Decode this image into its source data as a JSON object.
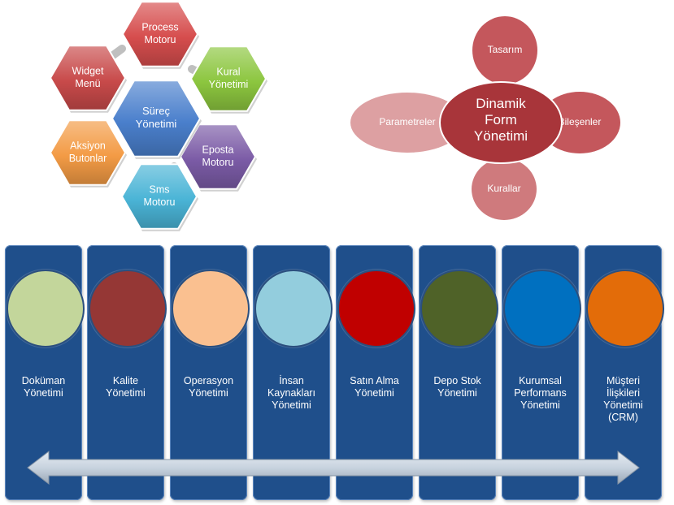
{
  "hex_cluster": {
    "center": {
      "label": "Süreç\nYönetimi",
      "color": "#4a7fcc"
    },
    "items": [
      {
        "key": "process",
        "label": "Process\nMotoru",
        "color": "#d64d4d"
      },
      {
        "key": "kural",
        "label": "Kural\nYönetimi",
        "color": "#8cc63f"
      },
      {
        "key": "eposta",
        "label": "Eposta\nMotoru",
        "color": "#7b5ba6"
      },
      {
        "key": "sms",
        "label": "Sms\nMotoru",
        "color": "#4ab4d6"
      },
      {
        "key": "aksiyon",
        "label": "Aksiyon\nButonlar",
        "color": "#f39b45"
      },
      {
        "key": "widget",
        "label": "Widget\nMenü",
        "color": "#c84a4a"
      }
    ]
  },
  "form_diagram": {
    "center": {
      "label": "Dinamik\nForm\nYönetimi",
      "color": "#a8353a"
    },
    "petals": [
      {
        "key": "tasarim",
        "label": "Tasarım",
        "color": "#c4575c"
      },
      {
        "key": "bilesenler",
        "label": "Bileşenler",
        "color": "#c4575c"
      },
      {
        "key": "kurallar",
        "label": "Kurallar",
        "color": "#cf7a7d"
      },
      {
        "key": "parametreler",
        "label": "Parametreler",
        "color": "#dda0a2"
      }
    ]
  },
  "modules": [
    {
      "key": "dokuman",
      "label": "Doküman\nYönetimi",
      "color": "#c3d69b"
    },
    {
      "key": "kalite",
      "label": "Kalite\nYönetimi",
      "color": "#953735"
    },
    {
      "key": "operasyon",
      "label": "Operasyon\nYönetimi",
      "color": "#fac090"
    },
    {
      "key": "insan",
      "label": "İnsan\nKaynakları\nYönetimi",
      "color": "#93cddd"
    },
    {
      "key": "satin",
      "label": "Satın Alma\nYönetimi",
      "color": "#c00000"
    },
    {
      "key": "depo",
      "label": "Depo Stok\nYönetimi",
      "color": "#4f6228"
    },
    {
      "key": "kurumsal",
      "label": "Kurumsal\nPerformans\nYönetimi",
      "color": "#0070c0"
    },
    {
      "key": "musteri",
      "label": "Müşteri\nİlişkileri\nYönetimi\n(CRM)",
      "color": "#e36c09"
    }
  ],
  "arrow": {
    "color": "#c8d3df"
  }
}
